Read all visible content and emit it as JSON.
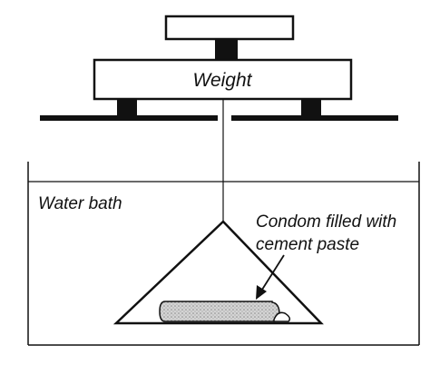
{
  "labels": {
    "weight": "Weight",
    "water_bath": "Water bath",
    "specimen_line1": "Condom filled with",
    "specimen_line2": "cement paste"
  },
  "colors": {
    "outline": "#111111",
    "fill": "#ffffff",
    "specimen_fill": "#cfcfcf",
    "specimen_texture": "#8a8a8a",
    "background": "#ffffff"
  }
}
